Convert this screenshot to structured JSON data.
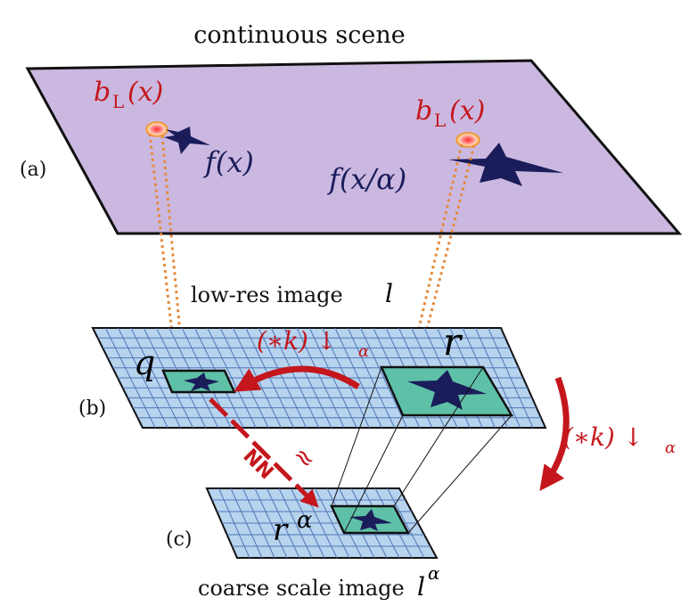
{
  "labels": {
    "top_title": "continuous scene",
    "panel_a": "(a)",
    "panel_b": "(b)",
    "panel_c": "(c)",
    "mid_title": "low-res image",
    "mid_title_var": "l",
    "bottom_title": "coarse scale image",
    "bottom_title_var": "l",
    "bottom_title_sup": "α"
  },
  "math": {
    "b_left": "b",
    "b_left_sub": "L",
    "b_left_arg": "(x)",
    "b_right": "b",
    "b_right_sub": "L",
    "b_right_arg": "(x)",
    "f_left": "f(x)",
    "f_right": "f(x/α)",
    "q": "q",
    "r": "r",
    "r_alpha": "r",
    "r_alpha_sup": "α",
    "op_mid": "(∗k) ↓",
    "op_mid_sub": "α",
    "op_right": "(∗k) ↓",
    "op_right_sub": "α",
    "nn": "NN",
    "approx": "≈"
  },
  "colors": {
    "scene_fill": "#cbb8e0",
    "grid_fill": "#b7d3ee",
    "grid_line": "#4f78b8",
    "patch_fill": "#5fc0a8",
    "star": "#1a1d5a",
    "red": "#c4161c",
    "orange": "#e38a3c"
  }
}
